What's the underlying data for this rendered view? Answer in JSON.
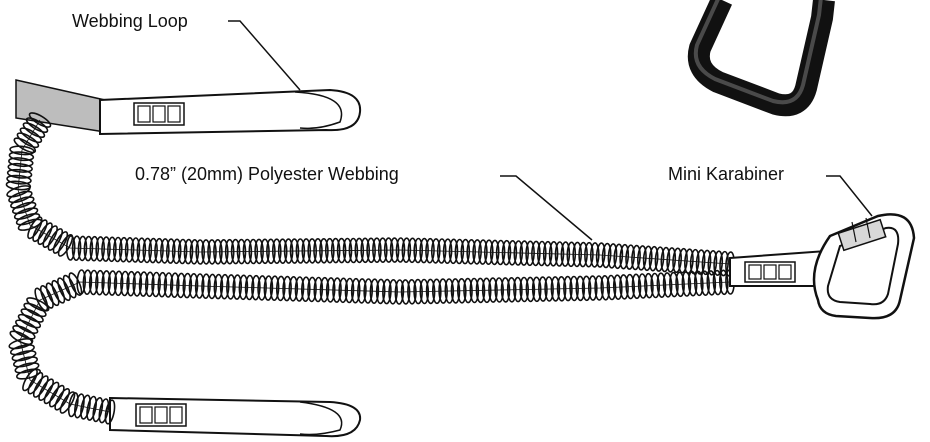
{
  "labels": {
    "webbing_loop": "Webbing Loop",
    "polyester_webbing": "0.78” (20mm) Polyester Webbing",
    "mini_karabiner": "Mini Karabiner"
  },
  "colors": {
    "line": "#111111",
    "webbing_tag": "#bdbdbd",
    "background": "#ffffff"
  },
  "icons": {
    "karabiner": "karabiner-icon",
    "stitch": "stitch-pattern-icon"
  }
}
